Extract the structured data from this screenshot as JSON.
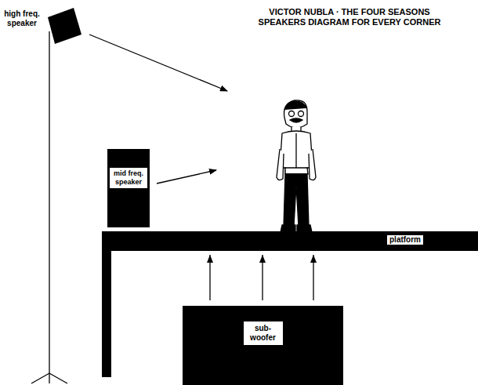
{
  "diagram": {
    "title": "VICTOR NUBLA · THE FOUR SEASONS SPEAKERS DIAGRAM FOR EVERY CORNER",
    "nodes": [
      {
        "text": [
          "high freq. speaker"
        ]
      },
      {
        "text": [
          "mid freq. speaker"
        ]
      },
      {
        "text": [
          "platform"
        ]
      },
      {
        "text": [
          "sub- woofer"
        ]
      }
    ],
    "edges": [
      {
        "from": 3,
        "to": 2,
        "arrow": "to"
      },
      {
        "from": 3,
        "to": 2,
        "arrow": "to"
      },
      {
        "from": 3,
        "to": 2,
        "arrow": "to"
      }
    ]
  }
}
